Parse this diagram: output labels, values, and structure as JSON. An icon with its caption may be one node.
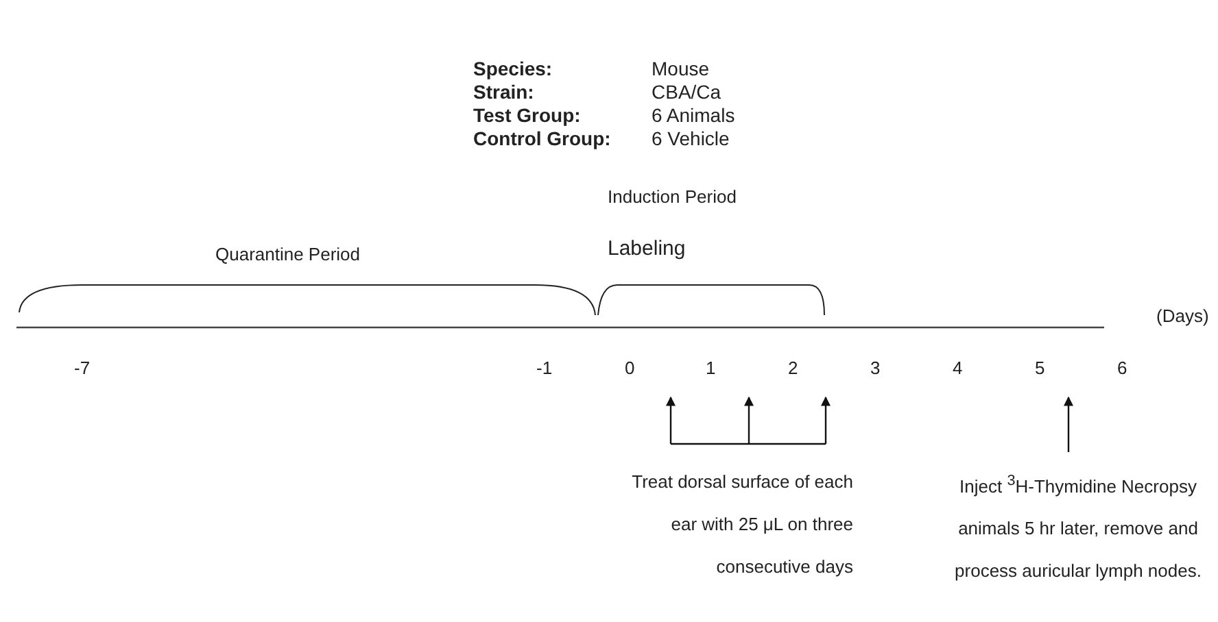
{
  "diagram": {
    "nodes": [
      {
        "text": [
          "Treat dorsal surface of each ear with 25 μL on three consecutive days"
        ]
      },
      {
        "text": [
          "Inject $^{3}$H-Thymidine Necropsy animals 5 hr later, remove and process auricular lymph nodes."
        ]
      }
    ],
    "edges": [
      {
        "from": 0,
        "to": null,
        "arrow": "to"
      },
      {
        "from": 0,
        "to": null,
        "arrow": "to"
      },
      {
        "from": 0,
        "to": null,
        "arrow": "to"
      },
      {
        "from": 1,
        "to": null,
        "arrow": "to"
      }
    ],
    "labels": [
      "Species:",
      "Mouse",
      "Strain:",
      "CBA/Ca",
      "Test Group:",
      "6 Animals",
      "Control Group:",
      "6 Vehicle",
      "Induction Period",
      "Quarantine Period",
      "Labeling",
      "(Days)",
      "-7",
      "-1",
      "0",
      "1",
      "2",
      "3",
      "4",
      "5",
      "6"
    ]
  }
}
